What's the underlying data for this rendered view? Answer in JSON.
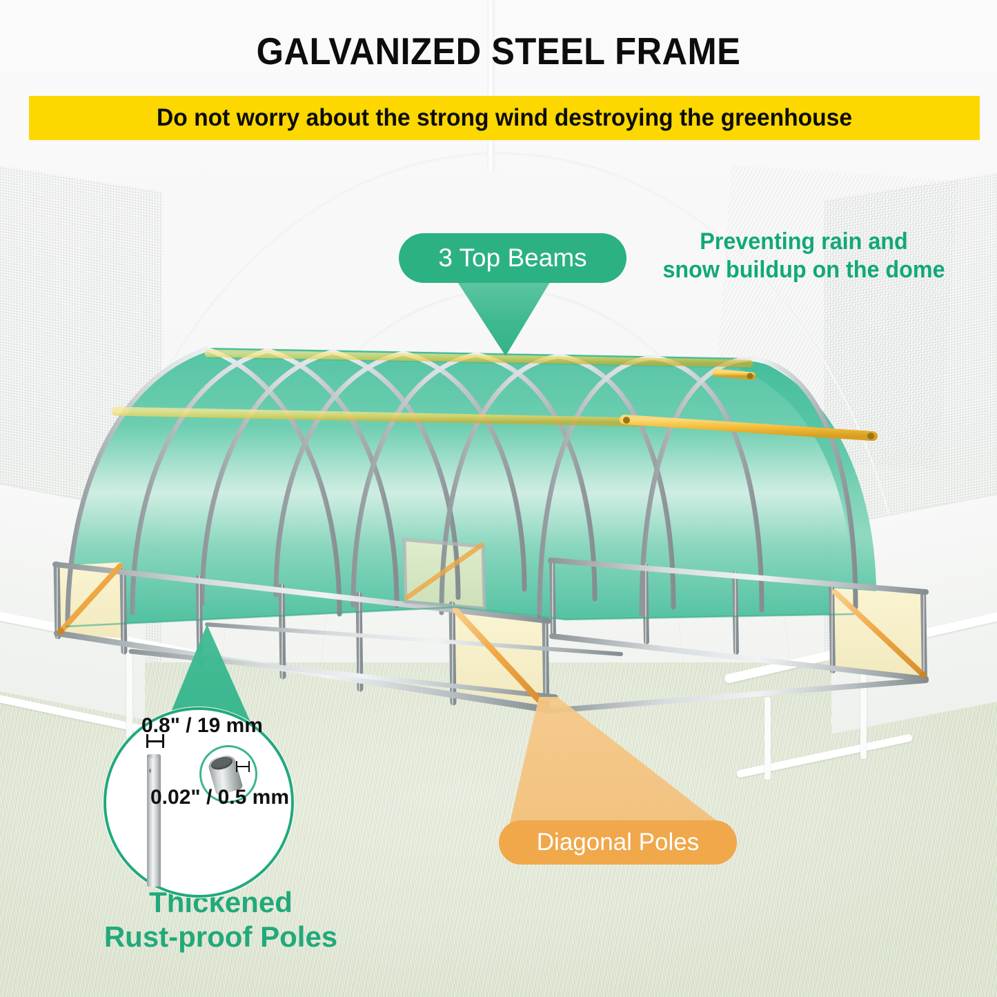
{
  "header": {
    "title": "GALVANIZED STEEL FRAME",
    "banner_text": "Do not worry about the strong wind destroying the greenhouse",
    "banner_color": "#FCD700",
    "title_color": "#0D0D0D"
  },
  "callouts": {
    "top_beams": {
      "label": "3 Top Beams",
      "color": "#2CB183",
      "text_color": "#FFFFFF"
    },
    "diagonal_poles": {
      "label": "Diagonal Poles",
      "color": "#F0A84A",
      "text_color": "#FFFFFF"
    },
    "rain_note": {
      "line1": "Preventing rain and",
      "line2": "snow buildup on the dome",
      "color": "#11A87A"
    },
    "poles_note": {
      "line1": "Thickened",
      "line2": "Rust-proof Poles",
      "color": "#22A97B"
    }
  },
  "pole_detail": {
    "diameter": "0.8\" / 19 mm",
    "wall_thickness": "0.02\" / 0.5 mm",
    "ring_color": "#22A97B"
  },
  "product": {
    "cover_color": "#4FC3A1",
    "frame_color": "#B9C0C3",
    "brace_color": "#F0A94C",
    "beam_color": "#E8D24A",
    "end_panel_color": "#F6EFC8"
  }
}
